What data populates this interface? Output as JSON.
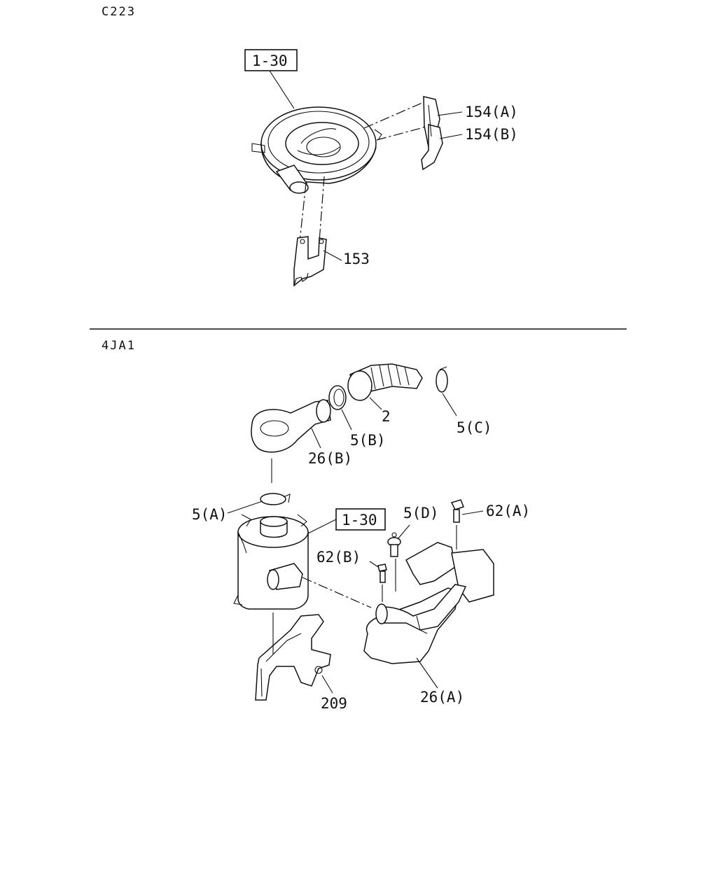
{
  "sections": {
    "top_code": "C223",
    "bottom_code": "4JA1"
  },
  "top": {
    "ref_box": "1-30",
    "labels": {
      "bracket_a": "154(A)",
      "bracket_b": "154(B)",
      "stay": "153"
    }
  },
  "bottom": {
    "ref_box": "1-30",
    "labels": {
      "hose": "2",
      "clamp_c": "5(C)",
      "clamp_b": "5(B)",
      "duct_b": "26(B)",
      "clamp_a": "5(A)",
      "clip_d": "5(D)",
      "bolt_a": "62(A)",
      "bolt_b": "62(B)",
      "duct_a": "26(A)",
      "bracket": "209"
    }
  }
}
